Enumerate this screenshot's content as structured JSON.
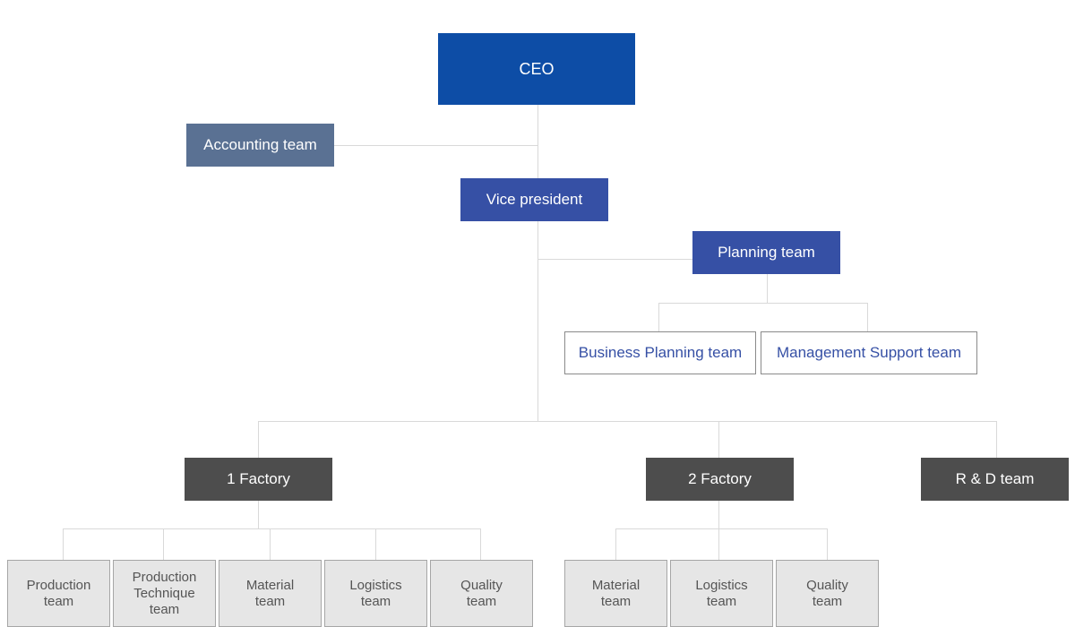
{
  "colors": {
    "ceo": "#0d4da6",
    "blue": "#3650a5",
    "steel": "#5a7193",
    "dark": "#4d4d4d",
    "grey_fill": "#e6e6e6",
    "connector": "#d9d9d9"
  },
  "nodes": {
    "ceo": "CEO",
    "accounting": "Accounting team",
    "vice_president": "Vice president",
    "planning": "Planning team",
    "business_planning": "Business Planning team",
    "management_support": "Management Support team",
    "factory1": "1 Factory",
    "factory2": "2 Factory",
    "rnd": "R & D team",
    "factory1_teams": [
      {
        "line1": "Production",
        "line2": "team"
      },
      {
        "line1": "Production",
        "line2": "Technique team"
      },
      {
        "line1": "Material",
        "line2": "team"
      },
      {
        "line1": "Logistics",
        "line2": "team"
      },
      {
        "line1": "Quality",
        "line2": "team"
      }
    ],
    "factory2_teams": [
      {
        "line1": "Material",
        "line2": "team"
      },
      {
        "line1": "Logistics",
        "line2": "team"
      },
      {
        "line1": "Quality",
        "line2": "team"
      }
    ]
  }
}
